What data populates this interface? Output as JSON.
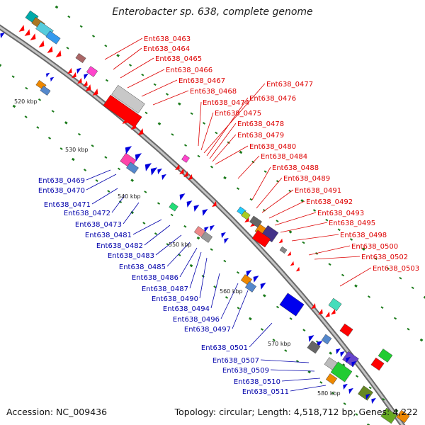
{
  "title": "Enterobacter sp. 638, complete genome",
  "footer": {
    "accession": "Accession: NC_009436",
    "topology": "Topology: circular; Length: 4,518,712 bp; Genes: 4,222"
  },
  "kbp_labels": [
    "520 kbp",
    "530 kbp",
    "540 kbp",
    "550 kbp",
    "560 kbp",
    "570 kbp",
    "580 kbp"
  ],
  "red_labels": [
    "Ent638_0463",
    "Ent638_0464",
    "Ent638_0465",
    "Ent638_0466",
    "Ent638_0467",
    "Ent638_0468",
    "Ent638_0474",
    "Ent638_0475",
    "Ent638_0477",
    "Ent638_0476",
    "Ent638_0478",
    "Ent638_0479",
    "Ent638_0480",
    "Ent638_0484",
    "Ent638_0488",
    "Ent638_0489",
    "Ent638_0491",
    "Ent638_0492",
    "Ent638_0493",
    "Ent638_0495",
    "Ent638_0498",
    "Ent638_0500",
    "Ent638_0502",
    "Ent638_0503"
  ],
  "blue_labels": [
    "Ent638_0469",
    "Ent638_0470",
    "Ent638_0471",
    "Ent638_0472",
    "Ent638_0473",
    "Ent638_0481",
    "Ent638_0482",
    "Ent638_0483",
    "Ent638_0485",
    "Ent638_0486",
    "Ent638_0487",
    "Ent638_0490",
    "Ent638_0494",
    "Ent638_0496",
    "Ent638_0497",
    "Ent638_0501",
    "Ent638_0507",
    "Ent638_0509",
    "Ent638_0510",
    "Ent638_0511"
  ],
  "colors": {
    "forward": "#ff0000",
    "reverse": "#0000dd",
    "backbone": "#9a9a9a",
    "tick": "#1a7a1a",
    "label_red": "#dd0000",
    "label_blue": "#0000aa"
  }
}
